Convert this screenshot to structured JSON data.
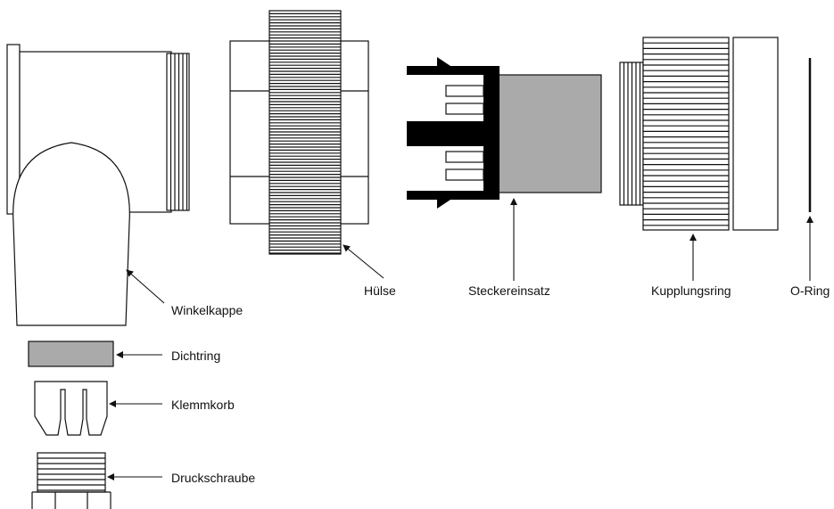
{
  "labels": {
    "winkelkappe": "Winkelkappe",
    "dichtring": "Dichtring",
    "klemmkorb": "Klemmkorb",
    "druckschraube": "Druckschraube",
    "huelse": "Hülse",
    "steckereinsatz": "Steckereinsatz",
    "kupplungsring": "Kupplungsring",
    "oring": "O-Ring"
  },
  "colors": {
    "stroke": "#111111",
    "gray_fill": "#aaaaaa",
    "dark_fill": "#000000",
    "background": "#ffffff"
  }
}
